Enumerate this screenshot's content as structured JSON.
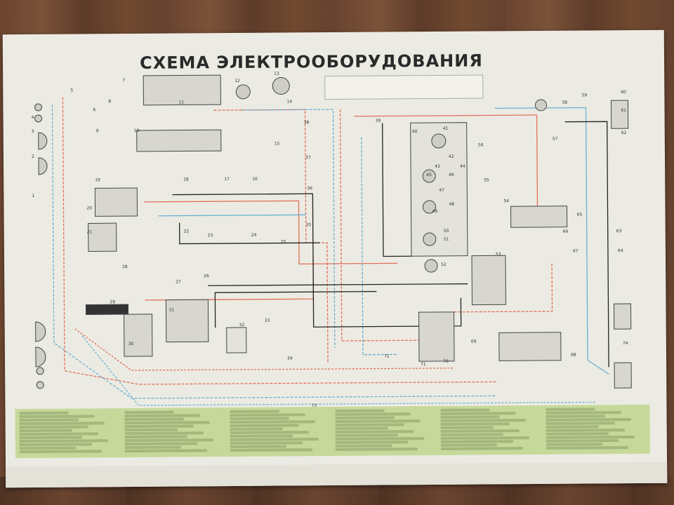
{
  "poster": {
    "title": "СХЕМА ЭЛЕКТРООБОРУДОВАНИЯ"
  },
  "colors": {
    "wire_red": "#e0705a",
    "wire_blue": "#6ab0d0",
    "wire_black": "#222222",
    "legend_green": "#c6d99a",
    "paper": "#ecebe3"
  },
  "component_numbers": [
    "1",
    "2",
    "3",
    "4",
    "5",
    "6",
    "7",
    "8",
    "9",
    "10",
    "11",
    "12",
    "13",
    "14",
    "15",
    "16",
    "17",
    "18",
    "19",
    "20",
    "21",
    "22",
    "23",
    "24",
    "25",
    "26",
    "27",
    "28",
    "29",
    "30",
    "31",
    "32",
    "33",
    "34",
    "35",
    "36",
    "37",
    "38",
    "39",
    "40",
    "41",
    "42",
    "43",
    "44",
    "45",
    "46",
    "47",
    "48",
    "49",
    "50",
    "51",
    "52",
    "53",
    "54",
    "55",
    "56",
    "57",
    "58",
    "59",
    "60",
    "61",
    "62",
    "63",
    "64",
    "65",
    "66",
    "67",
    "68",
    "69",
    "70",
    "71",
    "72",
    "73",
    "74"
  ]
}
